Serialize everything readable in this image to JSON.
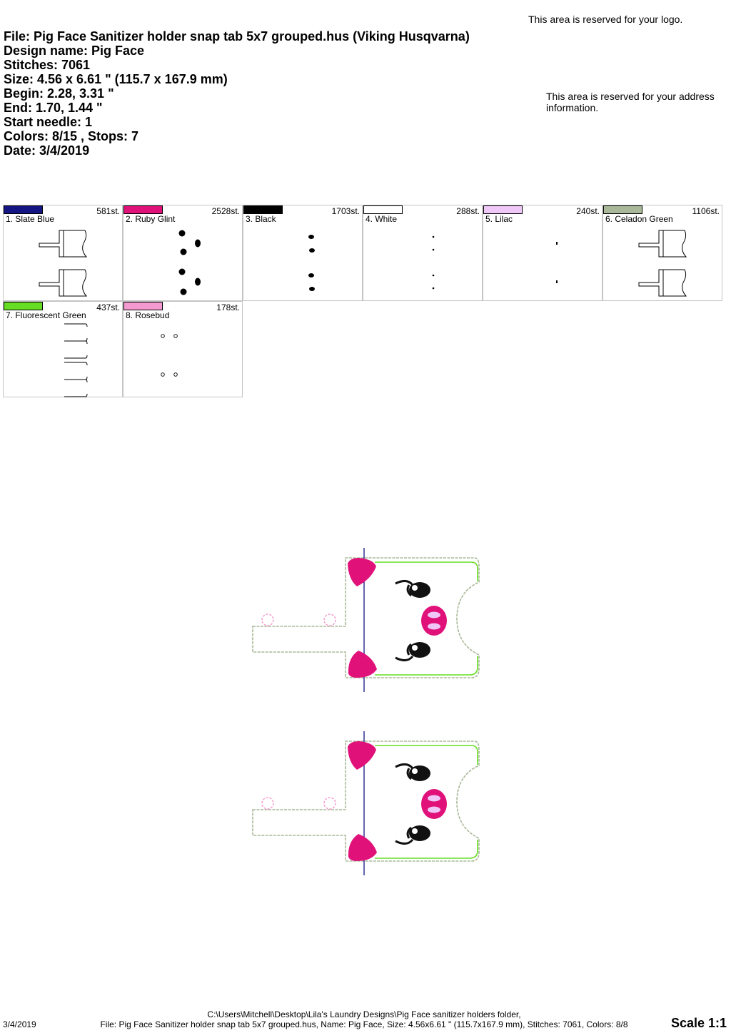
{
  "header": {
    "file_line": "File: Pig Face Sanitizer holder snap tab 5x7 grouped.hus  (Viking Husqvarna)",
    "design_name": "Design name: Pig Face",
    "stitches": "Stitches: 7061",
    "size": "Size: 4.56 x 6.61 \" (115.7 x 167.9 mm)",
    "begin": "Begin: 2.28, 3.31 \"",
    "end": "End: 1.70, 1.44 \"",
    "start_needle": "Start needle: 1",
    "colors_stops": "Colors: 8/15 , Stops: 7",
    "date": "Date: 3/4/2019"
  },
  "reserved": {
    "logo": "This area is reserved for your logo.",
    "address": "This area is reserved for your address information."
  },
  "threads": [
    {
      "label": "1. Slate Blue",
      "stitches": "581st.",
      "color": "#141482",
      "preview": "outline"
    },
    {
      "label": "2. Ruby Glint",
      "stitches": "2528st.",
      "color": "#e0127a",
      "preview": "ears"
    },
    {
      "label": "3. Black",
      "stitches": "1703st.",
      "color": "#000000",
      "preview": "eyes"
    },
    {
      "label": "4. White",
      "stitches": "288st.",
      "color": "#ffffff",
      "preview": "dots"
    },
    {
      "label": "5. Lilac",
      "stitches": "240st.",
      "color": "#f0c8f8",
      "preview": "tiny"
    },
    {
      "label": "6. Celadon Green",
      "stitches": "1106st.",
      "color": "#a8b898",
      "preview": "outline"
    },
    {
      "label": "7. Fluorescent Green",
      "stitches": "437st.",
      "color": "#66dd22",
      "preview": "edges"
    },
    {
      "label": "8. Rosebud",
      "stitches": "178st.",
      "color": "#f59ad0",
      "preview": "circles"
    }
  ],
  "footer": {
    "date": "3/4/2019",
    "path_line": "C:\\Users\\Mitchell\\Desktop\\Lila's Laundry Designs\\Pig Face sanitizer holders folder,",
    "summary_line": "File: Pig Face Sanitizer holder snap tab 5x7 grouped.hus, Name: Pig Face, Size: 4.56x6.61 \" (115.7x167.9 mm), Stitches: 7061, Colors: 8/8",
    "scale": "Scale 1:1"
  }
}
